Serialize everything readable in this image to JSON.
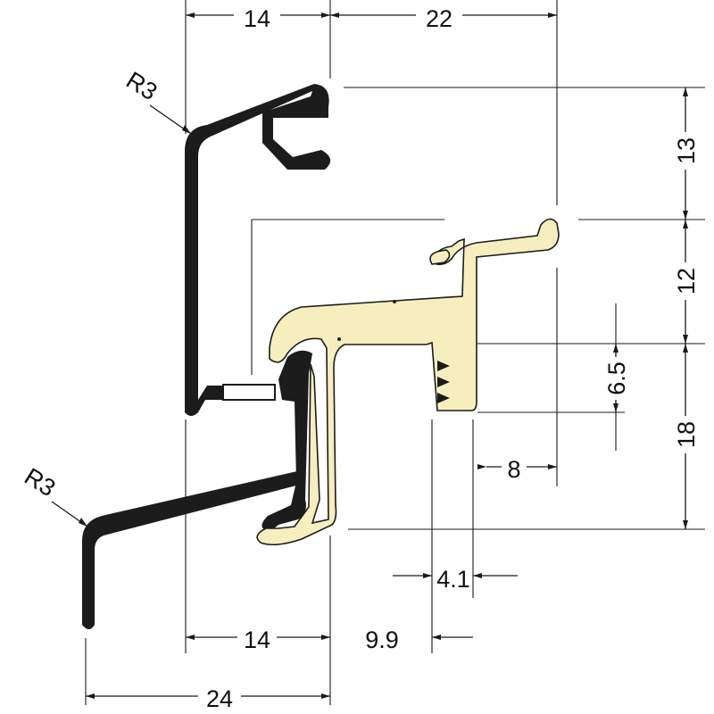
{
  "dimensions": {
    "top_left_width": "14",
    "top_right_width": "22",
    "right_top_height": "13",
    "right_mid_height": "12",
    "right_bottom_height": "18",
    "inner_height": "6.5",
    "inner_width": "8",
    "lip_width": "4.1",
    "bottom_left_width": "14",
    "bottom_gap": "9.9",
    "overall_width": "24"
  },
  "radii": {
    "upper": "R3",
    "lower": "R3"
  },
  "colors": {
    "dark_profile": "#1c1c1c",
    "insert_profile": "#f6efbd",
    "insert_outline": "#1c1c1c",
    "spacer": "#ffffff"
  }
}
